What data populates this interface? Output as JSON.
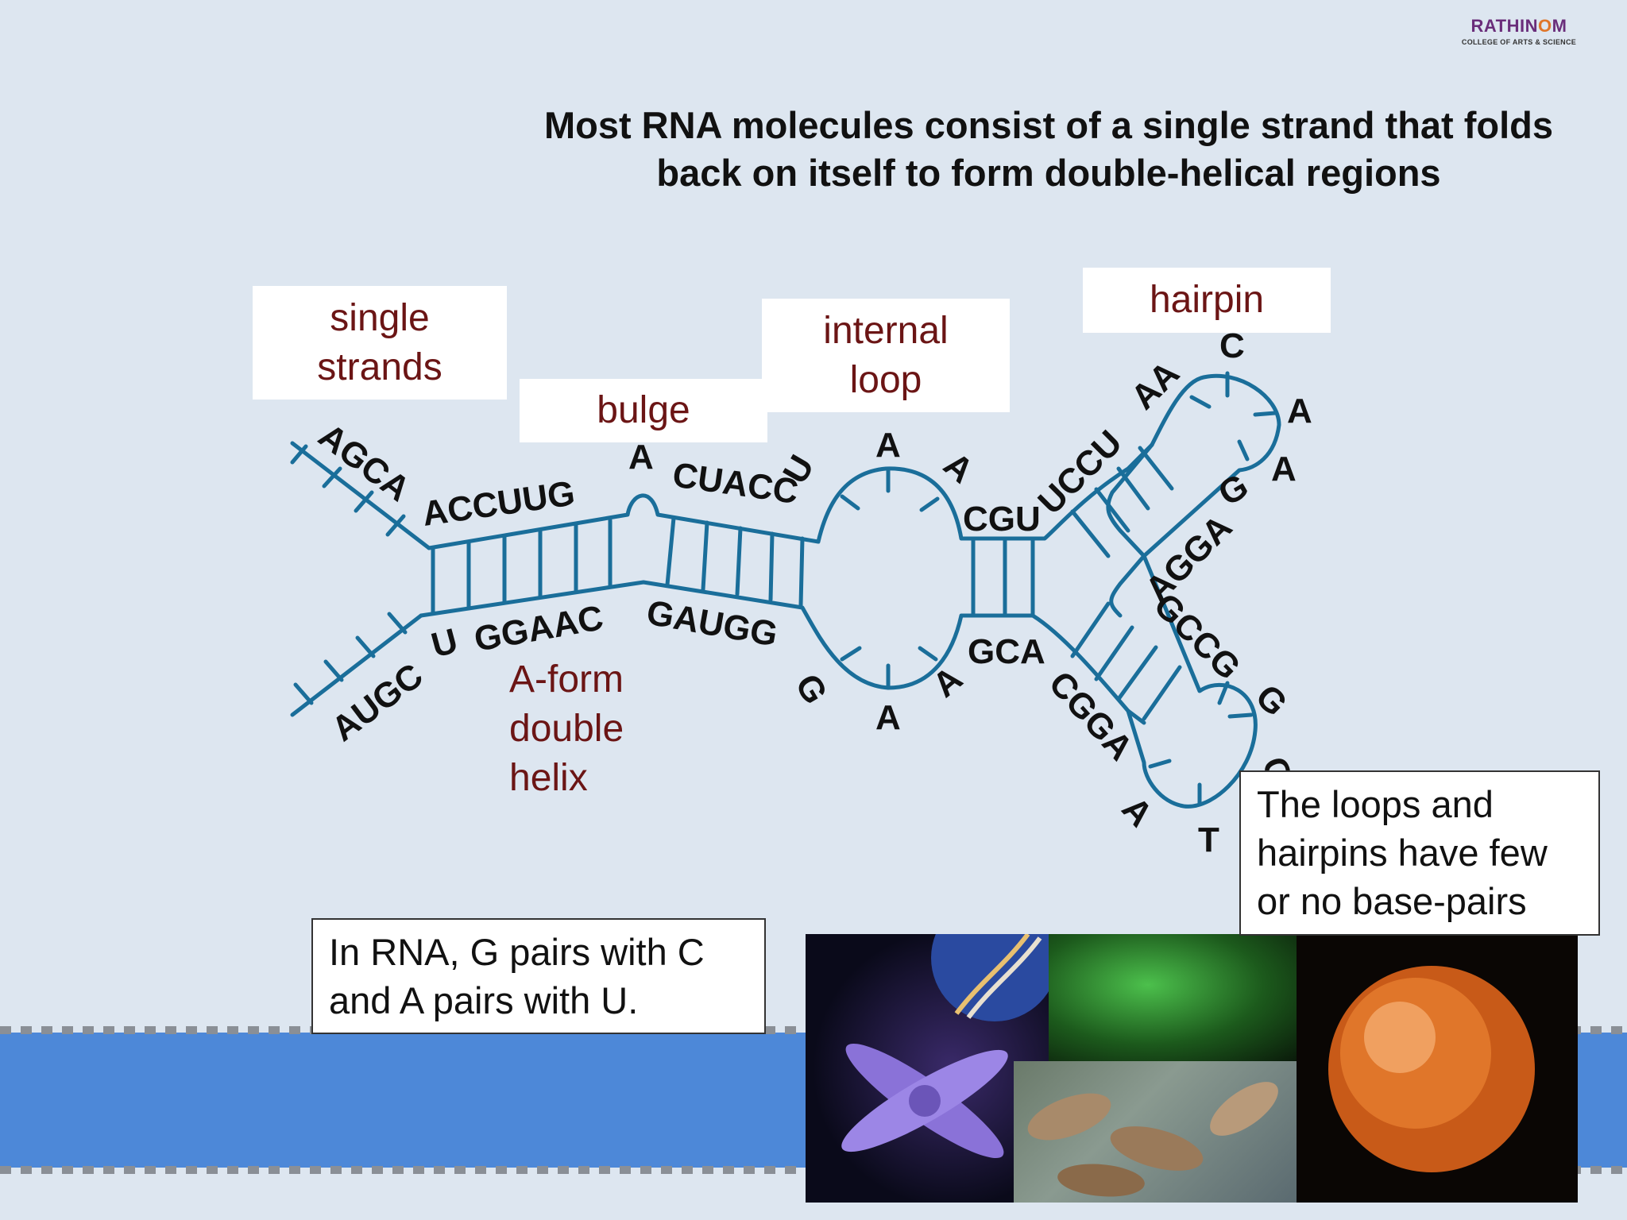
{
  "logo": {
    "name_left": "RATHIN",
    "name_accent": "O",
    "name_right": "M",
    "subtitle": "COLLEGE OF ARTS & SCIENCE"
  },
  "title": {
    "line1": "Most RNA molecules consist of a single strand that folds",
    "line2": "back on itself to form double-helical regions"
  },
  "labels": {
    "single_strands": [
      "single",
      "strands"
    ],
    "bulge": "bulge",
    "internal_loop": [
      "internal",
      "loop"
    ],
    "hairpin": "hairpin",
    "a_form": [
      "A-form",
      "double",
      "helix"
    ]
  },
  "notes": {
    "loops": [
      "The loops and",
      "hairpins have few",
      "or no base-pairs"
    ],
    "pairs": [
      "In RNA, G pairs with C",
      "and A pairs with U."
    ]
  },
  "sequence": {
    "top_5prime": "AGCA",
    "top_helix1": "ACCUUG",
    "bulge_base": "A",
    "top_helix2": "CUACC",
    "loop_top_entry": "U",
    "loop_top": "A",
    "loop_top_exit": "A",
    "top_helix3": "CGU",
    "hairpin_stem_up": "UCCU",
    "hairpin_loop1": "AA",
    "hairpin_loop_c": "C",
    "hairpin_loop_a1": "A",
    "hairpin_loop_a2": "A",
    "hairpin_loop_g": "G",
    "hairpin_stem_down": "AGGA",
    "bottom_3prime": "AUGC",
    "bottom_u": "U",
    "bottom_helix1": "GGAAC",
    "bottom_helix2": "GAUGG",
    "loop_bottom_entry": "G",
    "loop_bottom": "A",
    "loop_bottom_exit": "A",
    "bottom_helix3": "GCA",
    "hairpin2_stem_top": "GCCG",
    "hairpin2_loop_g": "G",
    "hairpin2_loop_c": "C",
    "hairpin2_loop_t": "T",
    "hairpin2_stem_bottom": "CGGA",
    "hairpin2_tail": "A"
  },
  "colors": {
    "strand": "#1a6e9a",
    "label_text": "#6b1515",
    "background": "#dde6f0",
    "band": "#4d88d8"
  },
  "images": [
    "dna-helix-sphere",
    "green-cells",
    "chromosome",
    "bacteria",
    "orange-cell"
  ]
}
